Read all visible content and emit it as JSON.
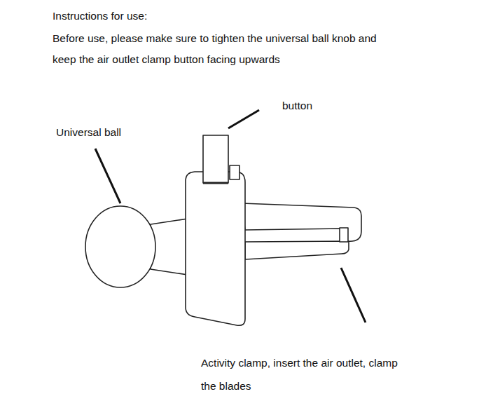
{
  "diagram": {
    "title": "Instructions for use:",
    "labels": [
      "Before use, please make sure to tighten the universal ball knob and keep the air outlet clamp button facing upwards",
      "button",
      "Universal ball",
      "Activity clamp, insert the air outlet, clamp the blades"
    ]
  }
}
